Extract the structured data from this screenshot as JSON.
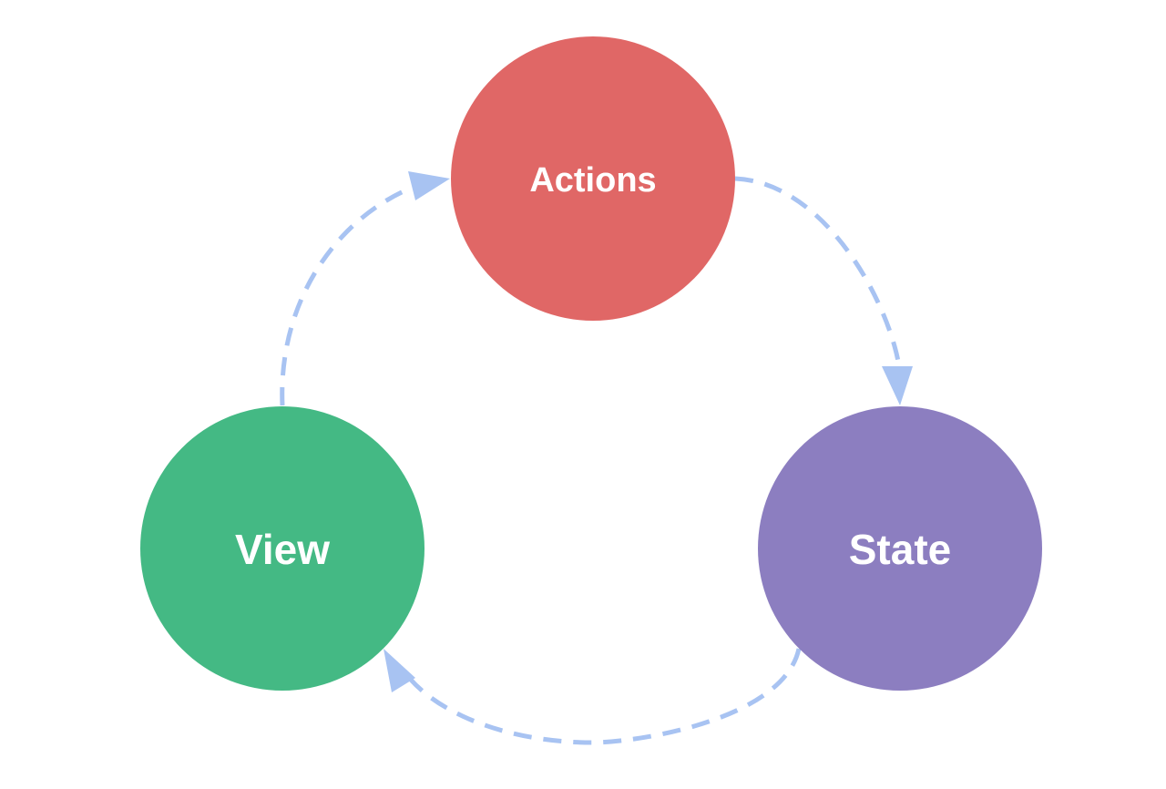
{
  "diagram": {
    "edge_color": "#a8c3f2",
    "nodes": [
      {
        "id": "actions",
        "label": "Actions",
        "color": "#e06766"
      },
      {
        "id": "state",
        "label": "State",
        "color": "#8c7ec0"
      },
      {
        "id": "view",
        "label": "View",
        "color": "#44b984"
      }
    ],
    "edges": [
      {
        "from": "actions",
        "to": "state"
      },
      {
        "from": "state",
        "to": "view"
      },
      {
        "from": "view",
        "to": "actions"
      }
    ]
  }
}
